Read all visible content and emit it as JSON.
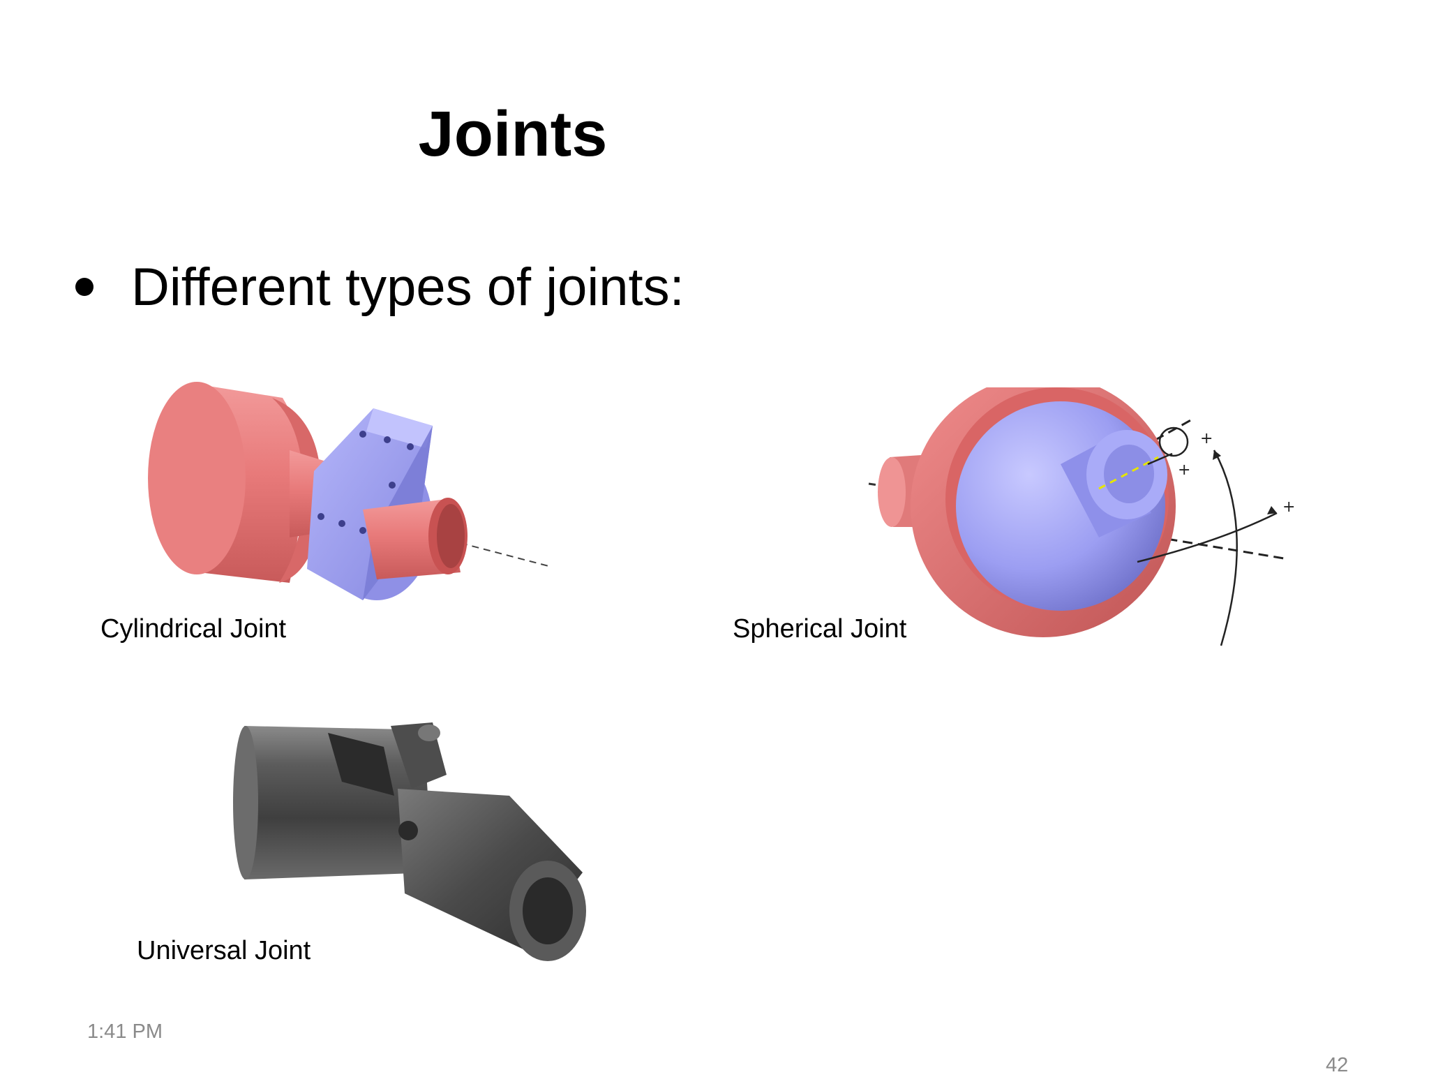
{
  "slide": {
    "title": "Joints",
    "bullet": "Different types of joints:",
    "figures": [
      {
        "label": "Cylindrical Joint",
        "icon": "cylindrical-joint-illustration"
      },
      {
        "label": "Spherical Joint",
        "icon": "spherical-joint-illustration"
      },
      {
        "label": "Universal Joint",
        "icon": "universal-joint-illustration"
      }
    ],
    "time": "1:41 PM",
    "page_number": "42",
    "colors": {
      "red_part": "#e87272",
      "blue_part": "#9d9ff0",
      "metal_part": "#505050"
    }
  }
}
